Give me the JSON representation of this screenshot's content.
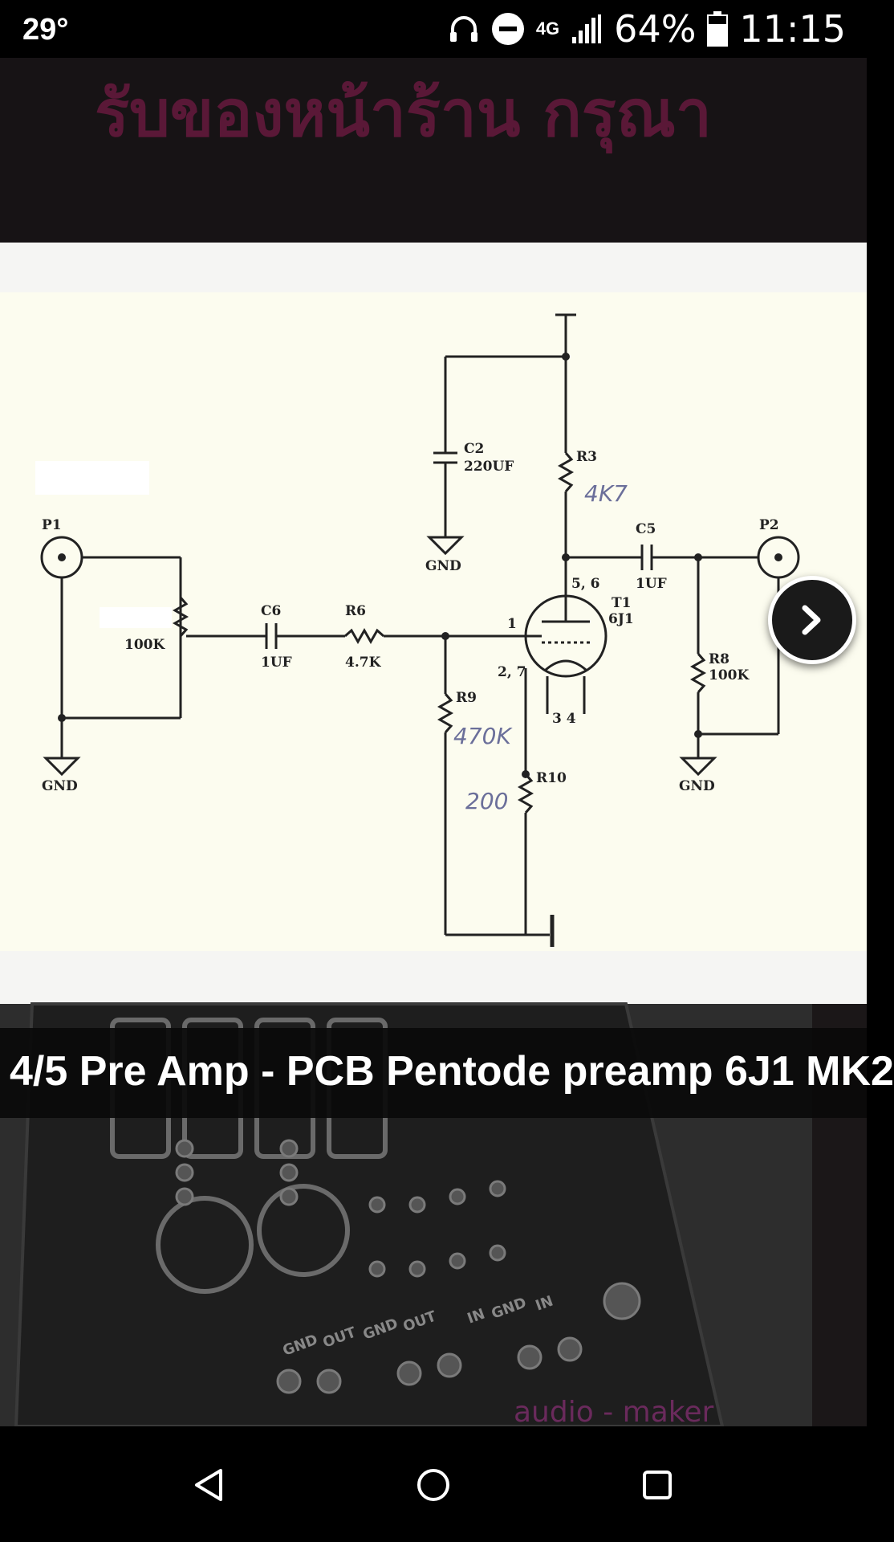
{
  "status_bar": {
    "temperature": "29°",
    "network": "4G",
    "battery_percent": "64%",
    "time": "11:15",
    "icons": [
      "headphones-icon",
      "do-not-disturb-icon",
      "signal-icon",
      "battery-icon"
    ]
  },
  "banner": {
    "text": "รับของหน้าร้าน กรุณา"
  },
  "schematic": {
    "labels": {
      "p1": "P1",
      "p2": "P2",
      "gnd": "GND",
      "c2": "C2",
      "c2_val": "220UF",
      "r3": "R3",
      "r3_val": "4K7",
      "c5": "C5",
      "c5_val": "1UF",
      "pot_val": "100K",
      "c6": "C6",
      "c6_val": "1UF",
      "r6": "R6",
      "r6_val": "4.7K",
      "r9": "R9",
      "r9_val": "470K",
      "r10": "R10",
      "r10_val": "200",
      "r8": "R8",
      "r8_val": "100K",
      "t1": "T1",
      "t1_type": "6J1",
      "pin1": "1",
      "pin56": "5, 6",
      "pin27": "2, 7",
      "pin34": "3 4"
    }
  },
  "caption": {
    "text": "4/5 Pre Amp - PCB Pentode preamp 6J1 MK2"
  },
  "pcb": {
    "watermark": "audio - maker",
    "silk_labels": [
      "IN",
      "GND",
      "OUT",
      "GND",
      "OUT",
      "GND",
      "IN"
    ]
  },
  "colors": {
    "banner_text": "#5a1837",
    "schematic_bg": "#fcfcef",
    "watermark": "#6a2a5c"
  }
}
